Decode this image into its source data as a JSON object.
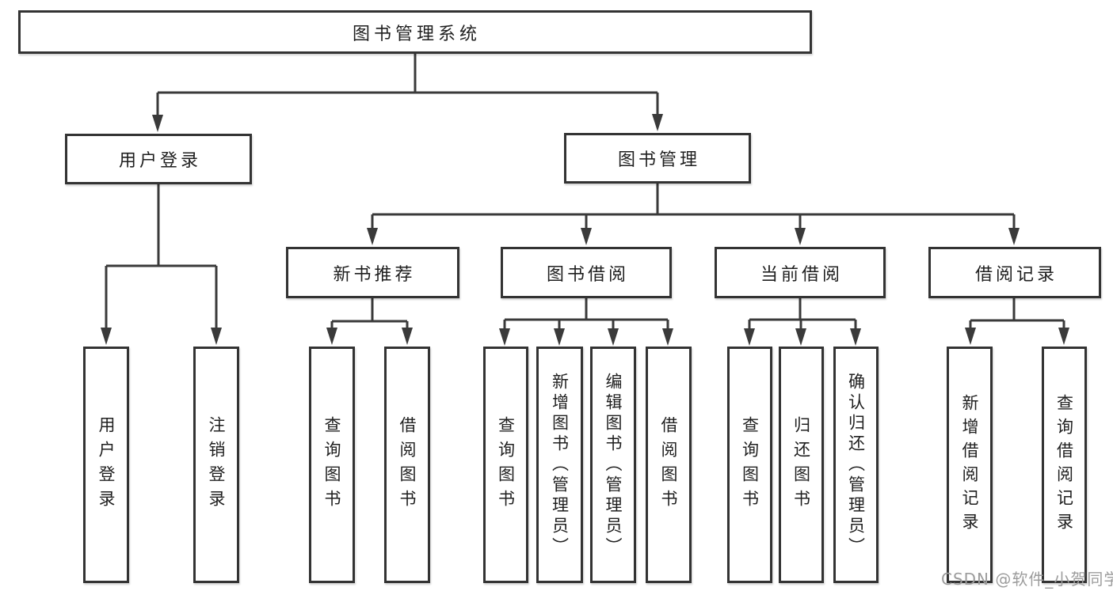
{
  "diagram": {
    "root": {
      "label": "图书管理系统",
      "children": [
        {
          "label": "用户登录",
          "children": [
            {
              "label": "用户登录"
            },
            {
              "label": "注销登录"
            }
          ]
        },
        {
          "label": "图书管理",
          "children": [
            {
              "label": "新书推荐",
              "children": [
                {
                  "label": "查询图书"
                },
                {
                  "label": "借阅图书"
                }
              ]
            },
            {
              "label": "图书借阅",
              "children": [
                {
                  "label": "查询图书"
                },
                {
                  "label": "新增图书（管理员）"
                },
                {
                  "label": "编辑图书（管理员）"
                },
                {
                  "label": "借阅图书"
                }
              ]
            },
            {
              "label": "当前借阅",
              "children": [
                {
                  "label": "查询图书"
                },
                {
                  "label": "归还图书"
                },
                {
                  "label": "确认归还（管理员）"
                }
              ]
            },
            {
              "label": "借阅记录",
              "children": [
                {
                  "label": "新增借阅记录"
                },
                {
                  "label": "查询借阅记录"
                }
              ]
            }
          ]
        }
      ]
    }
  },
  "watermark": {
    "text": "CSDN @软件_小贺同学"
  },
  "colors": {
    "line": "#3a3a3a",
    "box_border": "#333333",
    "box_fill": "#ffffff",
    "text": "#1f1f1f",
    "watermark": "#9c9c9c"
  }
}
